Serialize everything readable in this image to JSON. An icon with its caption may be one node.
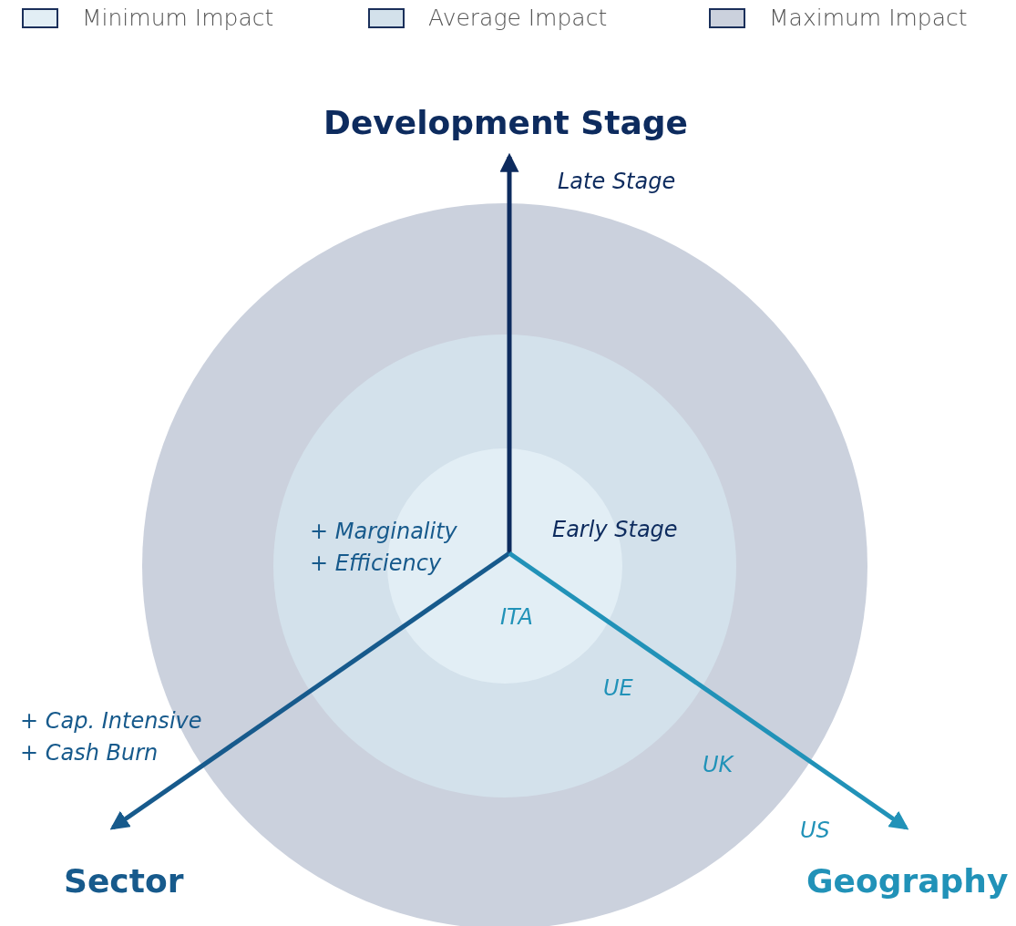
{
  "diagram": {
    "nodes": [
      {
        "text": [
          "Development Stage"
        ]
      },
      {
        "text": [
          "Sector"
        ]
      },
      {
        "text": [
          "Geography"
        ]
      }
    ],
    "edges": [
      {
        "from": null,
        "to": 0,
        "arrow": "to",
        "color": "#0d2b5e"
      },
      {
        "from": null,
        "to": 1,
        "arrow": "to",
        "color": "#175a8c"
      },
      {
        "from": null,
        "to": 2,
        "arrow": "to",
        "color": "#2192b8"
      }
    ],
    "labels": [
      "Late Stage",
      "+ Marginality + Efficiency",
      "Early Stage",
      "ITA",
      "UE",
      "+ Cap. Intensive + Cash Burn",
      "UK",
      "US"
    ],
    "legend": [
      {
        "text": "Minimum Impact",
        "color": "#e2eef5"
      },
      {
        "text": "Average Impact",
        "color": "#d3e1eb"
      },
      {
        "text": "Maximum Impact",
        "color": "#cbd1dd"
      }
    ]
  }
}
